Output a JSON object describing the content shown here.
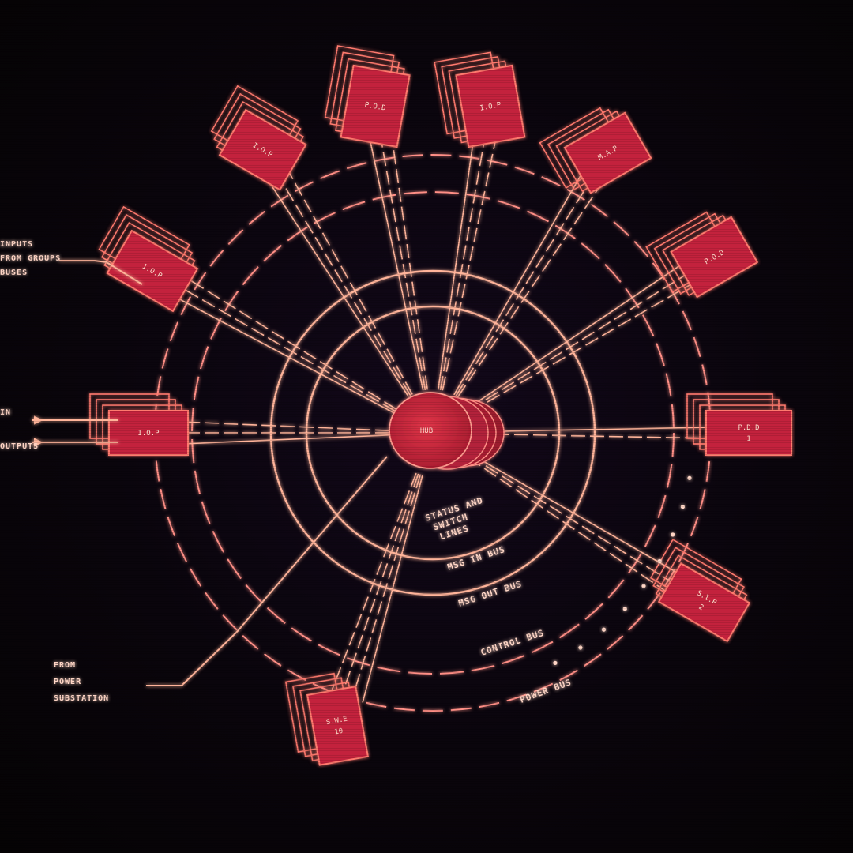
{
  "colors": {
    "background": "#070406",
    "module_fill": "#c3243c",
    "module_stroke": "#ff7a6e",
    "line": "#ffb49a",
    "glow": "#ff3b4f"
  },
  "hub": {
    "label": "HUB"
  },
  "buses": [
    {
      "name": "status_lines",
      "label": [
        "STATUS AND",
        "SWITCH",
        "LINES"
      ]
    },
    {
      "name": "msg_in_bus",
      "label": [
        "MSG IN BUS"
      ]
    },
    {
      "name": "msg_out_bus",
      "label": [
        "MSG OUT BUS"
      ]
    },
    {
      "name": "control_bus",
      "label": [
        "CONTROL BUS"
      ]
    },
    {
      "name": "power_bus",
      "label": [
        "POWER BUS"
      ]
    }
  ],
  "external_labels": {
    "top_left": [
      "INPUTS",
      "FROM GROUPS",
      "BUSES"
    ],
    "mid_left": [
      "IN",
      "OUTPUTS"
    ],
    "bottom_left": [
      "FROM",
      "POWER",
      "SUBSTATION"
    ]
  },
  "modules": [
    {
      "id": "m1",
      "label": [
        "I.O.P"
      ]
    },
    {
      "id": "m2",
      "label": [
        "P.O.D"
      ]
    },
    {
      "id": "m3",
      "label": [
        "I.O.P"
      ]
    },
    {
      "id": "m4",
      "label": [
        "M.A.P"
      ]
    },
    {
      "id": "m5",
      "label": [
        "P.O.D"
      ]
    },
    {
      "id": "m6",
      "label": [
        "P.D.D",
        "1"
      ]
    },
    {
      "id": "m7",
      "label": [
        "S.I.P",
        "2"
      ]
    },
    {
      "id": "m8",
      "label": [
        "S.W.E",
        "10"
      ]
    },
    {
      "id": "m9",
      "label": [
        "I.O.P"
      ]
    },
    {
      "id": "m10",
      "label": [
        "I.O.P"
      ]
    }
  ]
}
